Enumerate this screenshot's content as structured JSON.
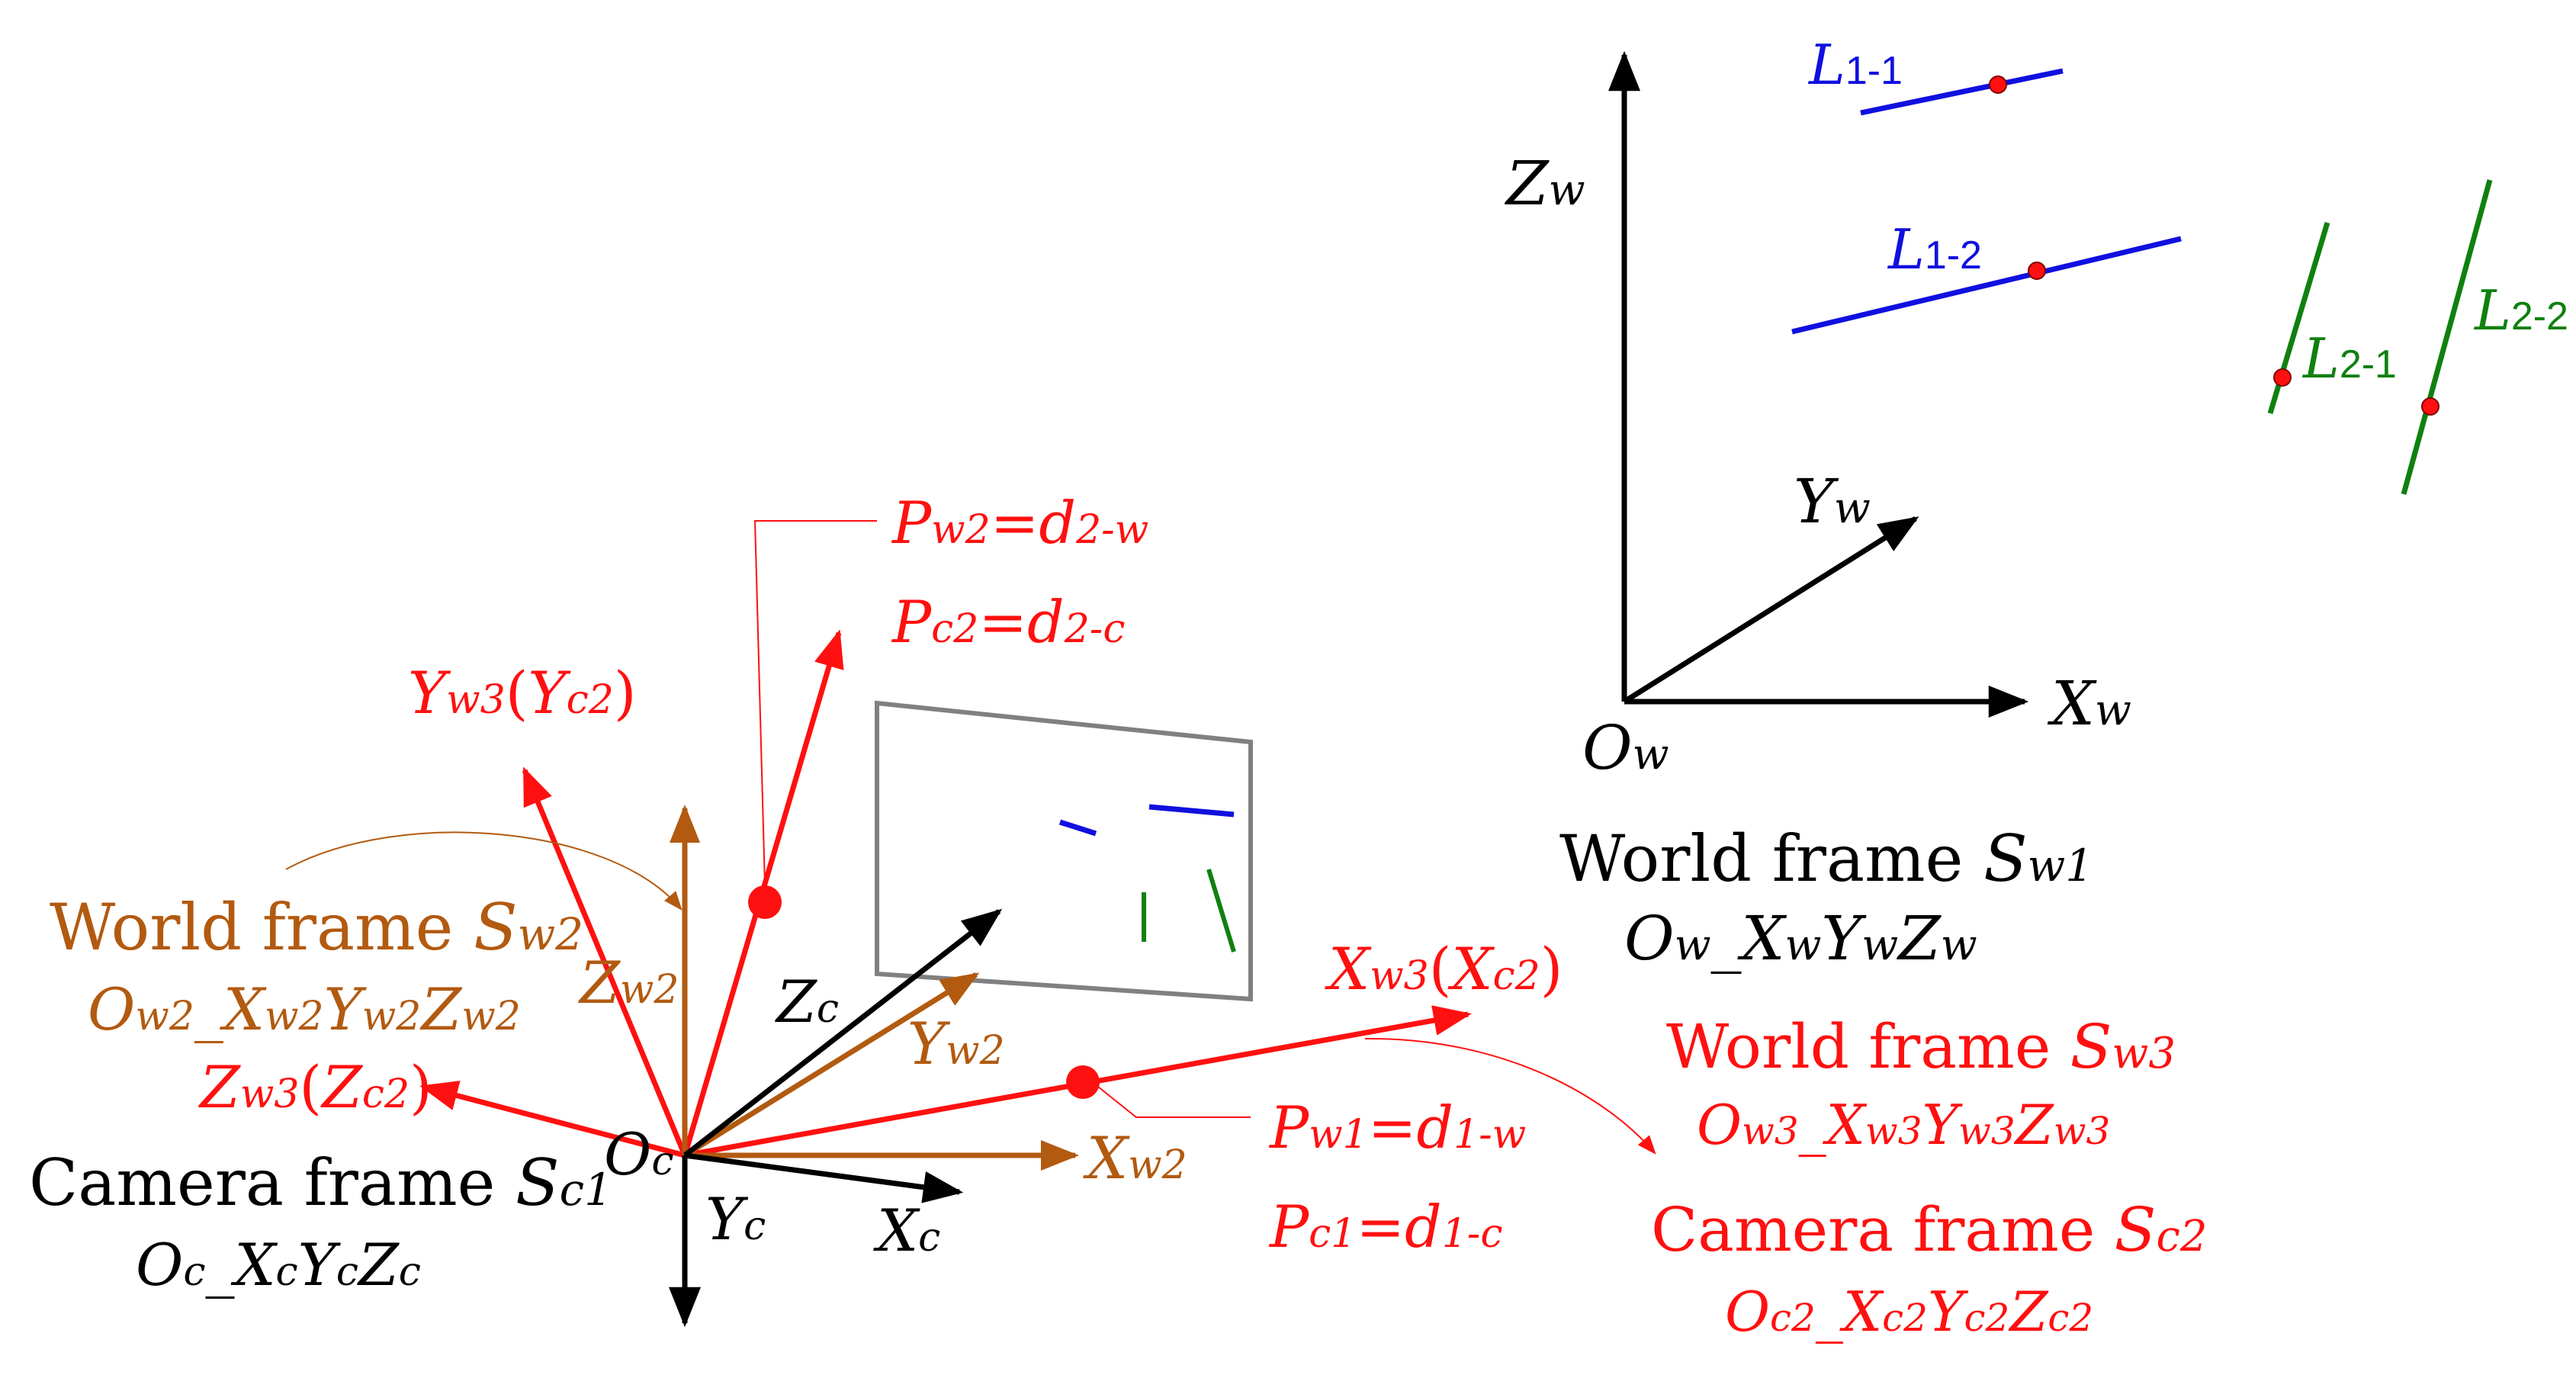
{
  "colors": {
    "black": "#000000",
    "red": "#ff1010",
    "brown": "#b25a10",
    "blue": "#1010e0",
    "green": "#108010",
    "gray": "#808080"
  },
  "world_frame_1": {
    "axis_z": {
      "main": "Z",
      "sub": "w"
    },
    "axis_y": {
      "main": "Y",
      "sub": "w"
    },
    "axis_x": {
      "main": "X",
      "sub": "w"
    },
    "origin": {
      "main": "O",
      "sub": "w"
    },
    "title_prefix": "World frame ",
    "title_symbol": "S",
    "title_sub": "w1",
    "formula": "O_w _X_w Y_w Z_w",
    "formula_parts": [
      "O",
      "w",
      "_X",
      "w",
      "Y",
      "w",
      "Z",
      "w"
    ]
  },
  "lines": {
    "l11": {
      "main": "L",
      "sub": "1-1"
    },
    "l12": {
      "main": "L",
      "sub": "1-2"
    },
    "l21": {
      "main": "L",
      "sub": "2-1"
    },
    "l22": {
      "main": "L",
      "sub": "2-2"
    }
  },
  "points": {
    "p2_top": {
      "p": "P",
      "sub1": "w2",
      "eq": "=",
      "d": "d",
      "sub2": "2-w"
    },
    "p2_bot": {
      "p": "P",
      "sub1": "c2",
      "eq": "=",
      "d": "d",
      "sub2": "2-c"
    },
    "p1_top": {
      "p": "P",
      "sub1": "w1",
      "eq": "=",
      "d": "d",
      "sub2": "1-w"
    },
    "p1_bot": {
      "p": "P",
      "sub1": "c1",
      "eq": "=",
      "d": "d",
      "sub2": "1-c"
    }
  },
  "red_axes": {
    "yw3": {
      "a": "Y",
      "as": "w3",
      "b": "Y",
      "bs": "c2"
    },
    "xw3": {
      "a": "X",
      "as": "w3",
      "b": "X",
      "bs": "c2"
    },
    "zw3": {
      "a": "Z",
      "as": "w3",
      "b": "Z",
      "bs": "c2"
    }
  },
  "brown_axes": {
    "zw2": {
      "main": "Z",
      "sub": "w2"
    },
    "yw2": {
      "main": "Y",
      "sub": "w2"
    },
    "xw2": {
      "main": "X",
      "sub": "w2"
    }
  },
  "camera_axes": {
    "zc": {
      "main": "Z",
      "sub": "c"
    },
    "yc": {
      "main": "Y",
      "sub": "c"
    },
    "xc": {
      "main": "X",
      "sub": "c"
    },
    "oc": {
      "main": "O",
      "sub": "c"
    }
  },
  "world_frame_2": {
    "title_prefix": "World frame ",
    "title_symbol": "S",
    "title_sub": "w2",
    "formula_parts": [
      "O",
      "w2",
      "_X",
      "w2",
      "Y",
      "w2",
      "Z",
      "w2"
    ]
  },
  "camera_frame_1": {
    "title_prefix": "Camera frame ",
    "title_symbol": "S",
    "title_sub": "c1",
    "formula_parts": [
      "O",
      "c",
      "_X",
      "c",
      "Y",
      "c",
      "Z",
      "c"
    ]
  },
  "world_frame_3": {
    "title_prefix": "World frame ",
    "title_symbol": "S",
    "title_sub": "w3",
    "formula_parts": [
      "O",
      "w3",
      "_X",
      "w3",
      "Y",
      "w3",
      "Z",
      "w3"
    ]
  },
  "camera_frame_2": {
    "title_prefix": "Camera frame ",
    "title_symbol": "S",
    "title_sub": "c2",
    "formula_parts": [
      "O",
      "c2",
      "_X",
      "c2",
      "Y",
      "c2",
      "Z",
      "c2"
    ]
  }
}
